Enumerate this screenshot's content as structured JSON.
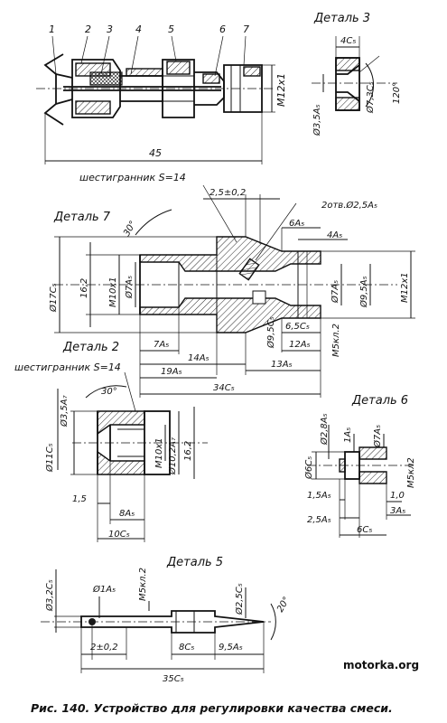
{
  "assembly": {
    "parts": [
      "1",
      "2",
      "3",
      "4",
      "5",
      "6",
      "7"
    ],
    "dim_thread": "M12x1",
    "dim_length": "45"
  },
  "detail3": {
    "title": "Деталь 3",
    "dims": [
      "4C₅",
      "Ø3,5A₅",
      "Ø7,3C₅",
      "120°"
    ]
  },
  "detail7": {
    "title": "Деталь 7",
    "note_hex": "шестигранник S=14",
    "dims": {
      "d_2_5": "2,5±0,2",
      "holes": "2отв.Ø2,5A₅",
      "d_6a5": "6A₅",
      "d_4a5": "4A₅",
      "angle": "30°",
      "d_17c5": "Ø17C₅",
      "d_16_2": "16,2",
      "d_m10": "M10x1",
      "d_7a5_l": "Ø7A₅",
      "d_7a5_r": "Ø7A₅",
      "d_9_5a5": "Ø9,5A₅",
      "d_m12": "M12x1",
      "d_9_5c5": "Ø9,5C₅",
      "d_6_5c5": "6,5C₅",
      "d_m5": "M5кл.2",
      "d_7a5_b": "7A₅",
      "d_14a5": "14A₅",
      "d_12a5": "12A₅",
      "d_19a5": "19A₅",
      "d_13a5": "13A₅",
      "d_34c5": "34C₅"
    }
  },
  "detail2": {
    "title": "Деталь 2",
    "note_hex": "шестигранник S=14",
    "dims": {
      "angle": "30°",
      "d_3_5a7": "Ø3,5A₇",
      "d_11c5": "Ø11C₅",
      "d_m10": "M10x1",
      "d_10_2a7": "Ø10,2A₇",
      "d_16_2": "16,2",
      "d_1_5": "1,5",
      "d_8a5": "8A₅",
      "d_10c5": "10C₅"
    }
  },
  "detail6": {
    "title": "Деталь 6",
    "dims": {
      "d_2_8a5": "Ø2,8A₅",
      "d_1a5": "1A₅",
      "d_7a5": "Ø7A₅",
      "d_6c5": "Ø6C₅",
      "d_m5": "M5кл2",
      "d_1_5a5": "1,5A₅",
      "d_1_0": "1,0",
      "d_2_5a5": "2,5A₅",
      "d_3a5": "3A₅",
      "d_6c5_b": "6C₅"
    }
  },
  "detail5": {
    "title": "Деталь 5",
    "dims": {
      "d_3_2c5": "Ø3,2C₅",
      "d_1a5": "Ø1A₅",
      "d_m5": "M5кл.2",
      "d_2_5c5": "Ø2,5C₅",
      "angle": "20°",
      "d_2_0_2": "2±0,2",
      "d_8c5": "8C₅",
      "d_9_5a5": "9,5A₅",
      "d_35c5": "35C₅"
    }
  },
  "watermark": "motorka.org",
  "caption": "Рис. 140. Устройство для регулировки качества смеси."
}
